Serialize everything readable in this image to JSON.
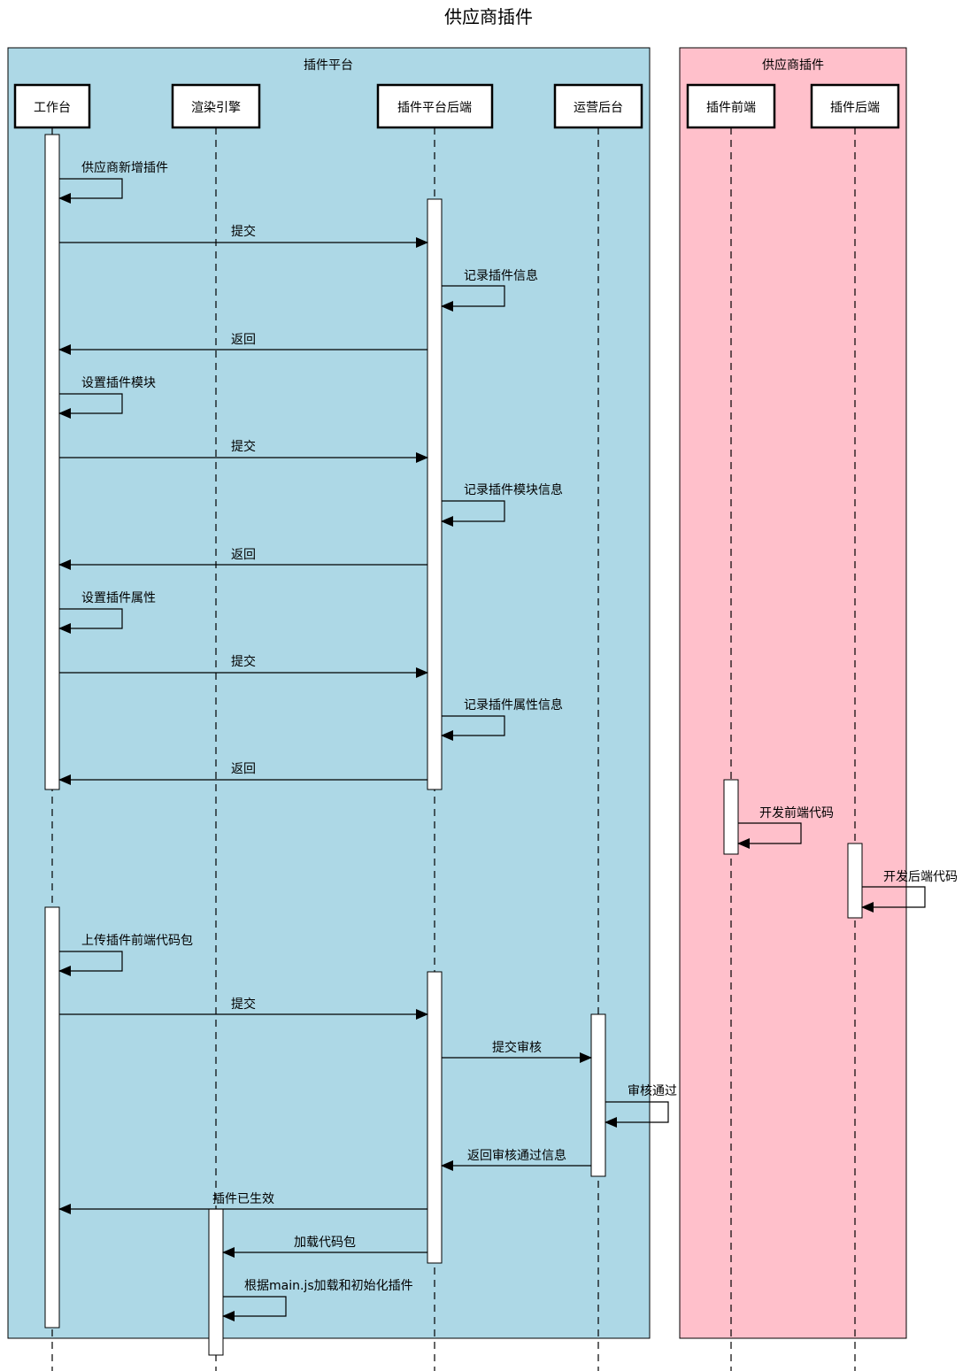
{
  "title": "供应商插件",
  "colors": {
    "platform_group": "#add8e6",
    "vendor_group": "#ffc0cb",
    "line": "#000000",
    "box": "#ffffff"
  },
  "groups": [
    {
      "id": "platform",
      "label": "插件平台"
    },
    {
      "id": "vendor",
      "label": "供应商插件"
    }
  ],
  "participants": [
    {
      "id": "workbench",
      "label": "工作台",
      "group": "platform"
    },
    {
      "id": "render",
      "label": "渲染引擎",
      "group": "platform"
    },
    {
      "id": "backend",
      "label": "插件平台后端",
      "group": "platform"
    },
    {
      "id": "ops",
      "label": "运营后台",
      "group": "platform"
    },
    {
      "id": "fe",
      "label": "插件前端",
      "group": "vendor"
    },
    {
      "id": "be",
      "label": "插件后端",
      "group": "vendor"
    }
  ],
  "messages": [
    {
      "from": "workbench",
      "to": "workbench",
      "label": "供应商新增插件"
    },
    {
      "from": "workbench",
      "to": "backend",
      "label": "提交"
    },
    {
      "from": "backend",
      "to": "backend",
      "label": "记录插件信息"
    },
    {
      "from": "backend",
      "to": "workbench",
      "label": "返回"
    },
    {
      "from": "workbench",
      "to": "workbench",
      "label": "设置插件模块"
    },
    {
      "from": "workbench",
      "to": "backend",
      "label": "提交"
    },
    {
      "from": "backend",
      "to": "backend",
      "label": "记录插件模块信息"
    },
    {
      "from": "backend",
      "to": "workbench",
      "label": "返回"
    },
    {
      "from": "workbench",
      "to": "workbench",
      "label": "设置插件属性"
    },
    {
      "from": "workbench",
      "to": "backend",
      "label": "提交"
    },
    {
      "from": "backend",
      "to": "backend",
      "label": "记录插件属性信息"
    },
    {
      "from": "backend",
      "to": "workbench",
      "label": "返回"
    },
    {
      "from": "fe",
      "to": "fe",
      "label": "开发前端代码"
    },
    {
      "from": "be",
      "to": "be",
      "label": "开发后端代码"
    },
    {
      "from": "workbench",
      "to": "workbench",
      "label": "上传插件前端代码包"
    },
    {
      "from": "workbench",
      "to": "backend",
      "label": "提交"
    },
    {
      "from": "backend",
      "to": "ops",
      "label": "提交审核"
    },
    {
      "from": "ops",
      "to": "ops",
      "label": "审核通过"
    },
    {
      "from": "ops",
      "to": "backend",
      "label": "返回审核通过信息"
    },
    {
      "from": "backend",
      "to": "workbench",
      "label": "插件已生效"
    },
    {
      "from": "backend",
      "to": "render",
      "label": "加载代码包"
    },
    {
      "from": "render",
      "to": "render",
      "label": "根据main.js加载和初始化插件"
    }
  ]
}
